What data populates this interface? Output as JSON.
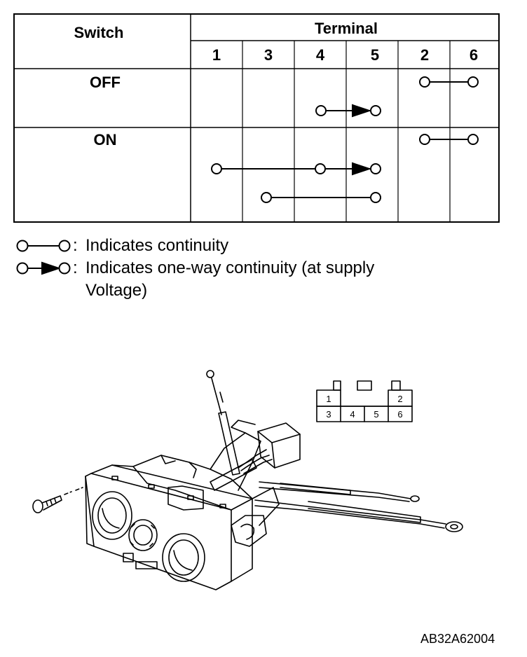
{
  "table": {
    "switch_header": "Switch",
    "terminal_header": "Terminal",
    "terminals": [
      "1",
      "3",
      "4",
      "5",
      "2",
      "6"
    ],
    "rows": [
      {
        "label": "OFF",
        "connections": [
          {
            "from": "2",
            "to": "6",
            "type": "continuity"
          },
          {
            "from": "4",
            "to": "5",
            "type": "one-way continuity"
          }
        ]
      },
      {
        "label": "ON",
        "connections": [
          {
            "from": "2",
            "to": "6",
            "type": "continuity"
          },
          {
            "from": "1",
            "via": "4",
            "to": "5",
            "type": "one-way continuity"
          },
          {
            "from": "3",
            "to": "5",
            "type": "continuity"
          }
        ]
      }
    ]
  },
  "legend": {
    "continuity": "Indicates continuity",
    "one_way": "Indicates one-way continuity (at supply",
    "one_way_cont": "Voltage)",
    "colon": ":"
  },
  "connector": {
    "top_row": [
      "1",
      "",
      "2"
    ],
    "bottom_row": [
      "3",
      "4",
      "5",
      "6"
    ]
  },
  "figure_code": "AB32A62004"
}
